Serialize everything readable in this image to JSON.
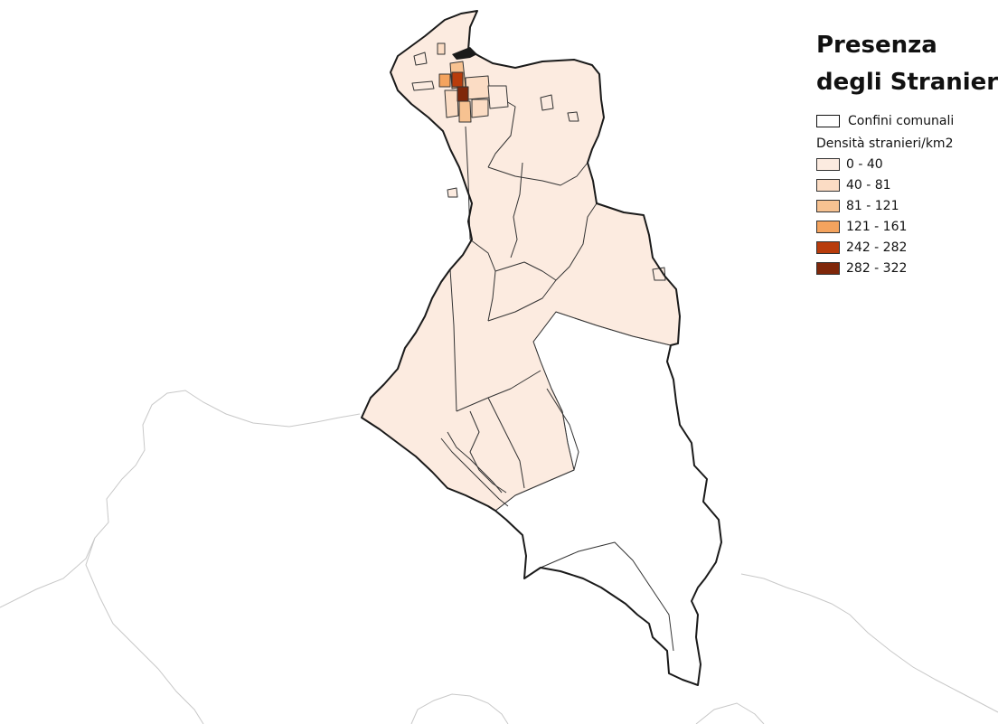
{
  "legend": {
    "title_line1": "Presenza",
    "title_line2": "degli Stranieri",
    "boundary_label": "Confini comunali",
    "density_heading": "Densità stranieri/km2",
    "classes": [
      {
        "label": "0 - 40",
        "color": "#fcebe0"
      },
      {
        "label": "40 - 81",
        "color": "#fbdcc4"
      },
      {
        "label": "81 - 121",
        "color": "#f7c291"
      },
      {
        "label": "121 - 161",
        "color": "#f4a35e"
      },
      {
        "label": "242 - 282",
        "color": "#b83c0c"
      },
      {
        "label": "282 - 322",
        "color": "#7f270a"
      }
    ]
  },
  "colors": {
    "background": "#ffffff",
    "municipal_boundary": "#1a1a1a",
    "section_line": "#333333",
    "neighbour_boundary": "#c8c8c8"
  }
}
